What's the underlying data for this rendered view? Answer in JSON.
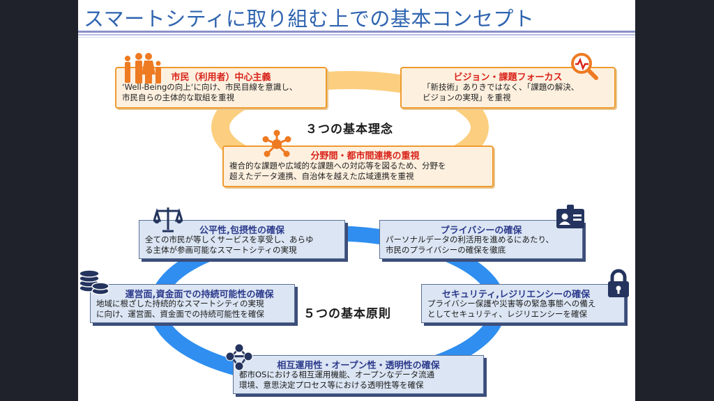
{
  "title": "スマートシティに取り組む上での基本コンセプト",
  "philosophies": {
    "label": "３つの基本理念",
    "items": [
      {
        "title": "市民（利用者）中心主義",
        "line1": "‘Well-Beingの向上‘に向け、市民目線を意識し、",
        "line2": "市民自らの主体的な取組を重視"
      },
      {
        "title": "ビジョン・課題フォーカス",
        "line1": "「新技術」ありきではなく、「課題の解決、",
        "line2": "ビジョンの実現」を重視"
      },
      {
        "title": "分野間・都市間連携の重視",
        "line1": "複合的な課題や広域的な課題への対応等を図るため、分野を",
        "line2": "超えたデータ連携、自治体を越えた広域連携を重視"
      }
    ]
  },
  "principles": {
    "label": "５つの基本原則",
    "items": [
      {
        "title": "公平性,包摂性の確保",
        "line1": "全ての市民が等しくサービスを享受し、あらゆ",
        "line2": "る主体が参画可能なスマートシティの実現"
      },
      {
        "title": "プライバシーの確保",
        "line1": "パーソナルデータの利活用を進めるにあたり、",
        "line2": "市民のプライバシーの確保を徹底"
      },
      {
        "title": "運営面,資金面での持続可能性の確保",
        "line1": "地域に根ざした持続的なスマートシティの実現",
        "line2": "に向け、運営面、資金面での持続可能性を確保"
      },
      {
        "title": "セキュリティ,レジリエンシーの確保",
        "line1": "プライバシー保護や災害等の緊急事態への備え",
        "line2": "としてセキュリティ、レジリエンシーを確保"
      },
      {
        "title": "相互運用性・オープン性・透明性の確保",
        "line1": "都市OSにおける相互運用機能、オープンなデータ流通",
        "line2": "環境、意思決定プロセス等における透明性等を確保"
      }
    ]
  },
  "colors": {
    "title": "#2f64b0",
    "philosophy_ring": "#fbcf7f",
    "philosophy_border": "#ef9a2e",
    "philosophy_title": "#d9231a",
    "principle_ring": "#2f8ef0",
    "principle_title": "#2c3a8c",
    "icon_orange": "#ee7a22",
    "icon_navy": "#24345e"
  },
  "icons": [
    "family-icon",
    "magnifier-chart-icon",
    "network-icon",
    "scales-icon",
    "id-card-icon",
    "coins-icon",
    "padlock-icon",
    "people-network-icon"
  ]
}
